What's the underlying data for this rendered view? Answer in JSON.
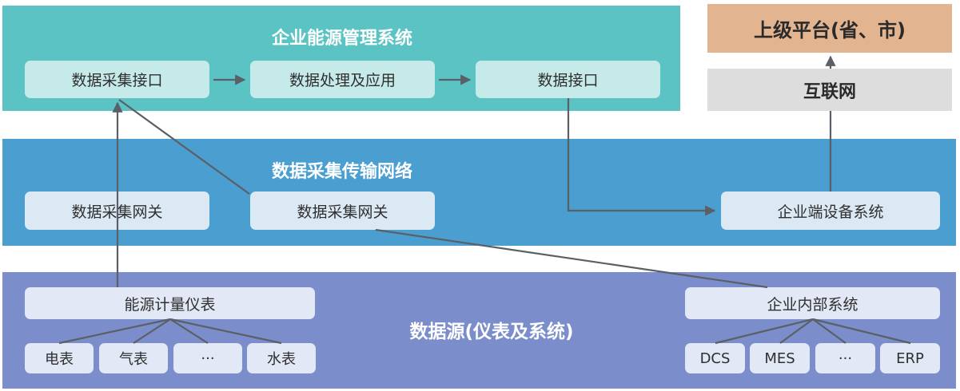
{
  "colors": {
    "energy_mgmt_band": "#5bc3c3",
    "transfer_band": "#4a9ed0",
    "source_band": "#7b8ecb",
    "upper_platform": "#e2b590",
    "internet": "#dddddd",
    "connector": "#5b5f66"
  },
  "energy_mgmt": {
    "title": "企业能源管理系统",
    "collect_interface": "数据采集接口",
    "processing": "数据处理及应用",
    "data_interface": "数据接口"
  },
  "upper_platform": {
    "label": "上级平台(省、市)"
  },
  "internet": {
    "label": "互联网"
  },
  "transfer": {
    "title": "数据采集传输网络",
    "gateway_1": "数据采集网关",
    "gateway_2": "数据采集网关",
    "enterprise_device_system": "企业端设备系统"
  },
  "source": {
    "title": "数据源(仪表及系统)",
    "meters": {
      "label": "能源计量仪表",
      "items": [
        "电表",
        "气表",
        "···",
        "水表"
      ]
    },
    "internal": {
      "label": "企业内部系统",
      "items": [
        "DCS",
        "MES",
        "···",
        "ERP"
      ]
    }
  }
}
